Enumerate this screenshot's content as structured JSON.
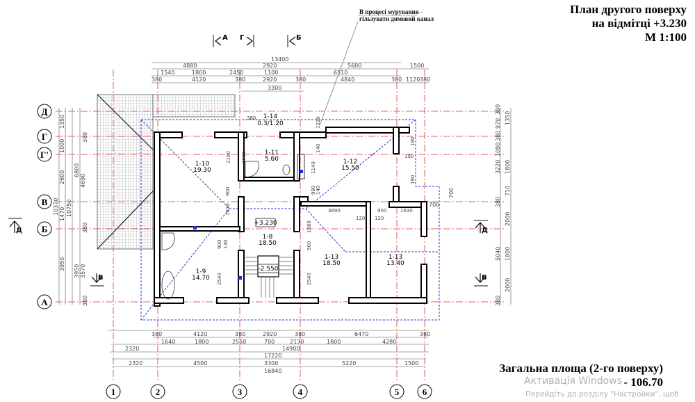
{
  "title": {
    "line1": "План другого поверху",
    "line2": "на відмітці +3.230",
    "line3": "М 1:100"
  },
  "note": {
    "line1": "В процесі мурування -",
    "line2": "гільзувати димовий канал"
  },
  "total_area": {
    "label": "Загальна площа (2-го поверху)",
    "value": "- 106.70"
  },
  "watermark": {
    "line1": "Активація Windows",
    "line2": "Перейдіть до розділу \"Настройки\", щоб"
  },
  "section_marks": {
    "top": [
      "А",
      "Г",
      "Б"
    ],
    "left": "Д",
    "right_top": "Д",
    "right_bottom": "В",
    "left_bottom": "В"
  },
  "axes": {
    "rows": [
      "Д",
      "Г",
      "Г'",
      "В",
      "Б",
      "А"
    ],
    "cols": [
      "1",
      "2",
      "3",
      "4",
      "5",
      "6"
    ]
  },
  "dims_top": {
    "row1": [
      "13400",
      "1500"
    ],
    "row2": [
      "4880",
      "2920",
      "5600"
    ],
    "row3": [
      "1540",
      "1800",
      "2450",
      "1100",
      "6510"
    ],
    "row4": [
      "380",
      "4120",
      "380",
      "2920",
      "380",
      "4840",
      "380",
      "1120",
      "380"
    ],
    "row5": [
      "3300"
    ]
  },
  "dims_bottom": {
    "row1": [
      "380",
      "4120",
      "380",
      "2920",
      "380",
      "6470",
      "380"
    ],
    "row2": [
      "1640",
      "1800",
      "2550",
      "700",
      "2130",
      "1800",
      "4280"
    ],
    "row3": [
      "2320",
      "14900"
    ],
    "row4": [
      "17220"
    ],
    "row5": [
      "2320",
      "4500",
      "3300",
      "5220",
      "1500"
    ],
    "row6": [
      "16840"
    ]
  },
  "dims_left": {
    "col1": [
      "1350",
      "1000",
      "2600",
      "1470",
      "3950"
    ],
    "col1_total": "10370",
    "col2": [
      "10750",
      "3950"
    ],
    "col3": [
      "6800",
      "4690",
      "3570"
    ],
    "small": [
      "380",
      "380",
      "380"
    ]
  },
  "dims_right": {
    "col1": [
      "380",
      "970",
      "380",
      "1090",
      "3220",
      "380",
      "5040",
      "380"
    ],
    "col2": [
      "1350",
      "1800",
      "710",
      "2000",
      "1800",
      "2000"
    ],
    "extra": [
      "700",
      "700"
    ]
  },
  "rooms": [
    {
      "id": "1-14",
      "area": "0.3/1.20"
    },
    {
      "id": "1-11",
      "area": "5.60"
    },
    {
      "id": "1-10",
      "area": "19.30"
    },
    {
      "id": "1-12",
      "area": "15.50"
    },
    {
      "id": "1-8",
      "area": "18.50"
    },
    {
      "id": "1-9",
      "area": "14.70"
    },
    {
      "id": "1-13",
      "area": "18.50"
    },
    {
      "id": "1-13",
      "area": "13.40"
    }
  ],
  "levels": {
    "floor": "+3.230",
    "stair": "-2.550"
  },
  "inner_dims": [
    "380",
    "1920",
    "2180",
    "900",
    "140",
    "1140",
    "900",
    "140",
    "1220",
    "1610",
    "130",
    "900",
    "2540",
    "3690",
    "120",
    "900",
    "1630",
    "120",
    "1680",
    "900",
    "2540",
    "190",
    "190",
    "190"
  ],
  "colors": {
    "wall": "#000000",
    "axis": "#e0303a",
    "roof": "#3030c8",
    "dim": "#555555"
  }
}
